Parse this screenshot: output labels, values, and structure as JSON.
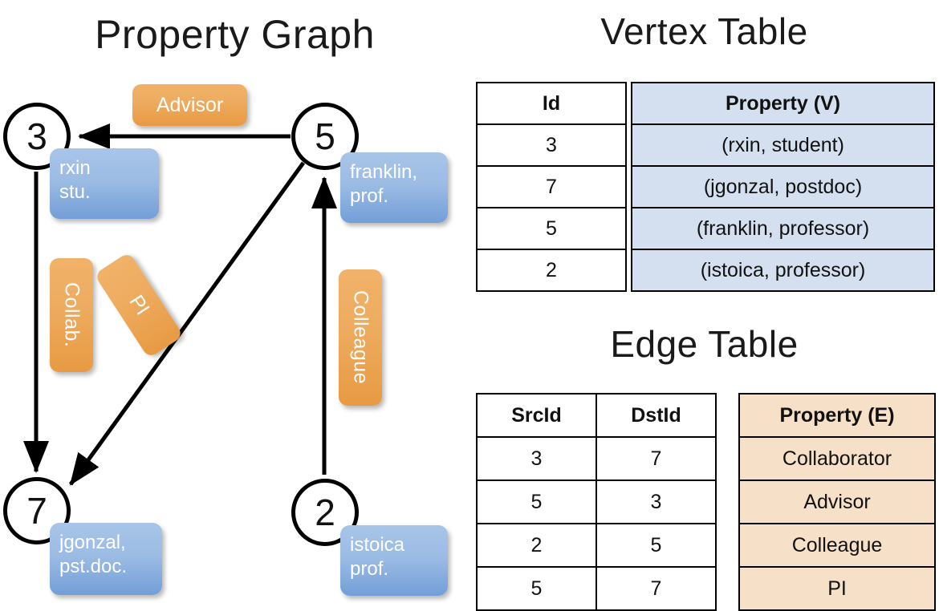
{
  "titles": {
    "property_graph": "Property Graph",
    "vertex_table": "Vertex Table",
    "edge_table": "Edge Table"
  },
  "colors": {
    "vertex_property_fill": "#d4dff0",
    "edge_property_fill": "#f7e0c8",
    "node_property_box": "#8cb0e0",
    "edge_label_box": "#eba755",
    "stroke": "#000000",
    "background": "#ffffff"
  },
  "graph": {
    "nodes": [
      {
        "id": "3",
        "label": "3",
        "property_lines": [
          "rxin",
          "stu."
        ]
      },
      {
        "id": "5",
        "label": "5",
        "property_lines": [
          "franklin,",
          "prof."
        ]
      },
      {
        "id": "7",
        "label": "7",
        "property_lines": [
          "jgonzal,",
          "pst.doc."
        ]
      },
      {
        "id": "2",
        "label": "2",
        "property_lines": [
          "istoica",
          "prof."
        ]
      }
    ],
    "edges": [
      {
        "src": "5",
        "dst": "3",
        "label": "Advisor"
      },
      {
        "src": "3",
        "dst": "7",
        "label": "Collab."
      },
      {
        "src": "5",
        "dst": "7",
        "label": "PI"
      },
      {
        "src": "2",
        "dst": "5",
        "label": "Colleague"
      }
    ]
  },
  "vertex_table": {
    "headers": [
      "Id",
      "Property (V)"
    ],
    "rows": [
      {
        "id": "3",
        "property": "(rxin, student)"
      },
      {
        "id": "7",
        "property": "(jgonzal, postdoc)"
      },
      {
        "id": "5",
        "property": "(franklin, professor)"
      },
      {
        "id": "2",
        "property": "(istoica, professor)"
      }
    ]
  },
  "edge_table": {
    "headers": [
      "SrcId",
      "DstId",
      "Property (E)"
    ],
    "rows": [
      {
        "src": "3",
        "dst": "7",
        "property": "Collaborator"
      },
      {
        "src": "5",
        "dst": "3",
        "property": "Advisor"
      },
      {
        "src": "2",
        "dst": "5",
        "property": "Colleague"
      },
      {
        "src": "5",
        "dst": "7",
        "property": "PI"
      }
    ]
  }
}
